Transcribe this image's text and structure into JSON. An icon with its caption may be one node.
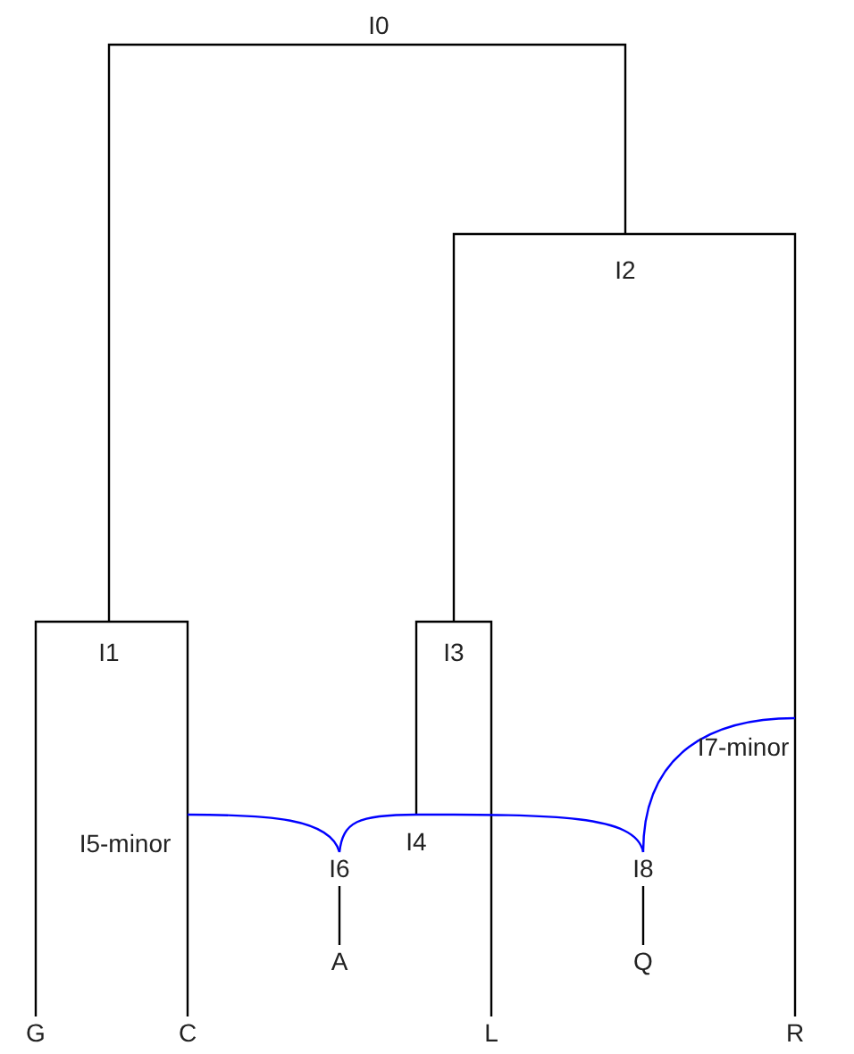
{
  "diagram": {
    "nodes": [
      {
        "text": [
          "I0"
        ]
      },
      {
        "text": [
          "I2"
        ]
      },
      {
        "text": [
          "I1"
        ]
      },
      {
        "text": [
          "I3"
        ]
      },
      {
        "text": [
          "I7-minor"
        ]
      },
      {
        "text": [
          "I5-minor"
        ]
      },
      {
        "text": [
          "I4"
        ]
      },
      {
        "text": [
          "I6"
        ]
      },
      {
        "text": [
          "I8"
        ]
      },
      {
        "text": [
          "A"
        ]
      },
      {
        "text": [
          "Q"
        ]
      },
      {
        "text": [
          "G"
        ]
      },
      {
        "text": [
          "C"
        ]
      },
      {
        "text": [
          "L"
        ]
      },
      {
        "text": [
          "R"
        ]
      }
    ],
    "edges": [
      {
        "from": 0,
        "to": 2,
        "arrow": "none"
      },
      {
        "from": 0,
        "to": 1,
        "arrow": "none"
      },
      {
        "from": 1,
        "to": 3,
        "arrow": "none"
      },
      {
        "from": 1,
        "to": 4,
        "arrow": "none"
      },
      {
        "from": 4,
        "to": 14,
        "arrow": "none"
      },
      {
        "from": 2,
        "to": 11,
        "arrow": "none"
      },
      {
        "from": 2,
        "to": 5,
        "arrow": "none"
      },
      {
        "from": 5,
        "to": 12,
        "arrow": "none"
      },
      {
        "from": 3,
        "to": 6,
        "arrow": "none"
      },
      {
        "from": 3,
        "to": 13,
        "arrow": "none"
      },
      {
        "from": 5,
        "to": 7,
        "arrow": "none",
        "color": "#0000ff"
      },
      {
        "from": 6,
        "to": 7,
        "arrow": "none",
        "color": "#0000ff"
      },
      {
        "from": 6,
        "to": 8,
        "arrow": "none",
        "color": "#0000ff"
      },
      {
        "from": 4,
        "to": 8,
        "arrow": "none",
        "color": "#0000ff"
      },
      {
        "from": 7,
        "to": 9,
        "arrow": "none"
      },
      {
        "from": 8,
        "to": 10,
        "arrow": "none"
      }
    ]
  }
}
